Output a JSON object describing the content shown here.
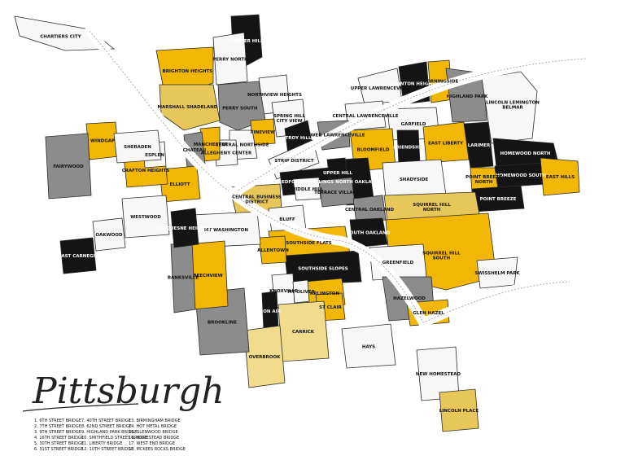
{
  "map": {
    "title": "Pittsburgh",
    "legend": [
      "1. 6TH STREET BRIDGE",
      "2. 7TH STREET BRIDGE",
      "3. 9TH STREET BRIDGE",
      "4. 16TH STREET BRIDGE",
      "5. 30TH STREET BRIDGE",
      "6. 31ST STREET BRIDGE",
      "7. 40TH STREET BRIDGE",
      "8. 62ND STREET BRIDGE",
      "9. HIGHLAND PARK BRIDGE",
      "10. SMITHFIELD STREET BRIDGE",
      "11. LIBERTY BRIDGE",
      "12. 10TH STREET BRIDGE",
      "13. BIRMINGHAM BRIDGE",
      "14. HOT METAL BRIDGE",
      "15. GLENWOOD BRIDGE",
      "16. HOMESTEAD BRIDGE",
      "17. WEST END BRIDGE",
      "18. MCKEES ROCKS BRIDGE"
    ],
    "colors": {
      "yellow": "#f2b705",
      "gold": "#e8c75a",
      "pale": "#f0dc8c",
      "black": "#141414",
      "gray": "#8c8c8c",
      "darkgray": "#595959",
      "white": "#f7f7f7",
      "river": "#ffffff",
      "outline": "#2b2b2b"
    },
    "neighborhoods": [
      {
        "name": "SUMMER HILL",
        "color": "black",
        "light": true
      },
      {
        "name": "BRIGHTON HEIGHTS",
        "color": "yellow"
      },
      {
        "name": "PERRY NORTH",
        "color": "white"
      },
      {
        "name": "NORTHVIEW HEIGHTS",
        "color": "white"
      },
      {
        "name": "MARSHALL SHADELAND",
        "color": "gold"
      },
      {
        "name": "PERRY SOUTH",
        "color": "gray"
      },
      {
        "name": "SPRING HILL CITY VIEW",
        "color": "white"
      },
      {
        "name": "FINEVIEW",
        "color": "yellow"
      },
      {
        "name": "CENTRAL NORTHSIDE",
        "color": "white"
      },
      {
        "name": "ALLEGHENY CENTER",
        "color": "white"
      },
      {
        "name": "MANCHESTER",
        "color": "yellow"
      },
      {
        "name": "CHATEAU",
        "color": "gray"
      },
      {
        "name": "TROY HILL",
        "color": "black",
        "light": true
      },
      {
        "name": "STRIP DISTRICT",
        "color": "white"
      },
      {
        "name": "UPPER LAWRENCEVILLE",
        "color": "white"
      },
      {
        "name": "STANTON HEIGHTS",
        "color": "black",
        "light": true
      },
      {
        "name": "MORNINGSIDE",
        "color": "yellow"
      },
      {
        "name": "HIGHLAND PARK",
        "color": "gray"
      },
      {
        "name": "CENTRAL LAWRENCEVILLE",
        "color": "white"
      },
      {
        "name": "LOWER LAWRENCEVILLE",
        "color": "gray"
      },
      {
        "name": "GARFIELD",
        "color": "white"
      },
      {
        "name": "BLOOMFIELD",
        "color": "yellow"
      },
      {
        "name": "FRIENDSHIP",
        "color": "black",
        "light": true
      },
      {
        "name": "EAST LIBERTY",
        "color": "yellow"
      },
      {
        "name": "LARIMER",
        "color": "black",
        "light": true
      },
      {
        "name": "LINCOLN LEMINGTON BELMAR",
        "color": "white"
      },
      {
        "name": "HOMEWOOD NORTH",
        "color": "black",
        "light": true
      },
      {
        "name": "HOMEWOOD SOUTH",
        "color": "black",
        "light": true
      },
      {
        "name": "POINT BREEZE NORTH",
        "color": "yellow"
      },
      {
        "name": "EAST HILLS",
        "color": "yellow"
      },
      {
        "name": "POINT BREEZE",
        "color": "black",
        "light": true
      },
      {
        "name": "SHADYSIDE",
        "color": "white"
      },
      {
        "name": "SQUIRREL HILL NORTH",
        "color": "gold"
      },
      {
        "name": "SQUIRREL HILL SOUTH",
        "color": "yellow"
      },
      {
        "name": "NORTH OAKLAND",
        "color": "black",
        "light": true
      },
      {
        "name": "UPPER HILL",
        "color": "black",
        "light": true
      },
      {
        "name": "BEDFORD DWELLINGS",
        "color": "black",
        "light": true
      },
      {
        "name": "MIDDLE HILL",
        "color": "white"
      },
      {
        "name": "TERRACE VILLAGE",
        "color": "gray"
      },
      {
        "name": "CENTRAL OAKLAND",
        "color": "gray"
      },
      {
        "name": "SOUTH OAKLAND",
        "color": "black",
        "light": true
      },
      {
        "name": "GREENFIELD",
        "color": "white"
      },
      {
        "name": "HAZELWOOD",
        "color": "gray"
      },
      {
        "name": "SWISSHELM PARK",
        "color": "white"
      },
      {
        "name": "GLEN HAZEL",
        "color": "yellow"
      },
      {
        "name": "CENTRAL BUSINESS DISTRICT",
        "color": "gold"
      },
      {
        "name": "BLUFF",
        "color": "white"
      },
      {
        "name": "SOUTHSIDE FLATS",
        "color": "yellow"
      },
      {
        "name": "SOUTHSIDE SLOPES",
        "color": "black",
        "light": true
      },
      {
        "name": "ALLENTOWN",
        "color": "yellow"
      },
      {
        "name": "MT WASHINGTON",
        "color": "white"
      },
      {
        "name": "ARLINGTON",
        "color": "yellow"
      },
      {
        "name": "ST CLAIR",
        "color": "yellow"
      },
      {
        "name": "KNOXVILLE",
        "color": "white"
      },
      {
        "name": "MT OLIVER",
        "color": "white"
      },
      {
        "name": "BON AIR",
        "color": "black",
        "light": true
      },
      {
        "name": "CARRICK",
        "color": "pale"
      },
      {
        "name": "OVERBROOK",
        "color": "pale"
      },
      {
        "name": "BROOKLINE",
        "color": "gray"
      },
      {
        "name": "BEECHVIEW",
        "color": "yellow"
      },
      {
        "name": "BANKSVILLE",
        "color": "gray"
      },
      {
        "name": "DUQUESNE HEIGHTS",
        "color": "black",
        "light": true
      },
      {
        "name": "ELLIOTT",
        "color": "yellow"
      },
      {
        "name": "CRAFTON HEIGHTS",
        "color": "yellow"
      },
      {
        "name": "WINDGAP",
        "color": "yellow"
      },
      {
        "name": "ESPLEN",
        "color": "white"
      },
      {
        "name": "SHERADEN",
        "color": "white"
      },
      {
        "name": "FAIRYWOOD",
        "color": "gray"
      },
      {
        "name": "WESTWOOD",
        "color": "white"
      },
      {
        "name": "EAST CARNEGIE",
        "color": "black",
        "light": true
      },
      {
        "name": "OAKWOOD",
        "color": "white"
      },
      {
        "name": "HAYS",
        "color": "white"
      },
      {
        "name": "NEW HOMESTEAD",
        "color": "white"
      },
      {
        "name": "LINCOLN PLACE",
        "color": "gold"
      },
      {
        "name": "CHARTIERS CITY",
        "color": "white"
      }
    ]
  }
}
